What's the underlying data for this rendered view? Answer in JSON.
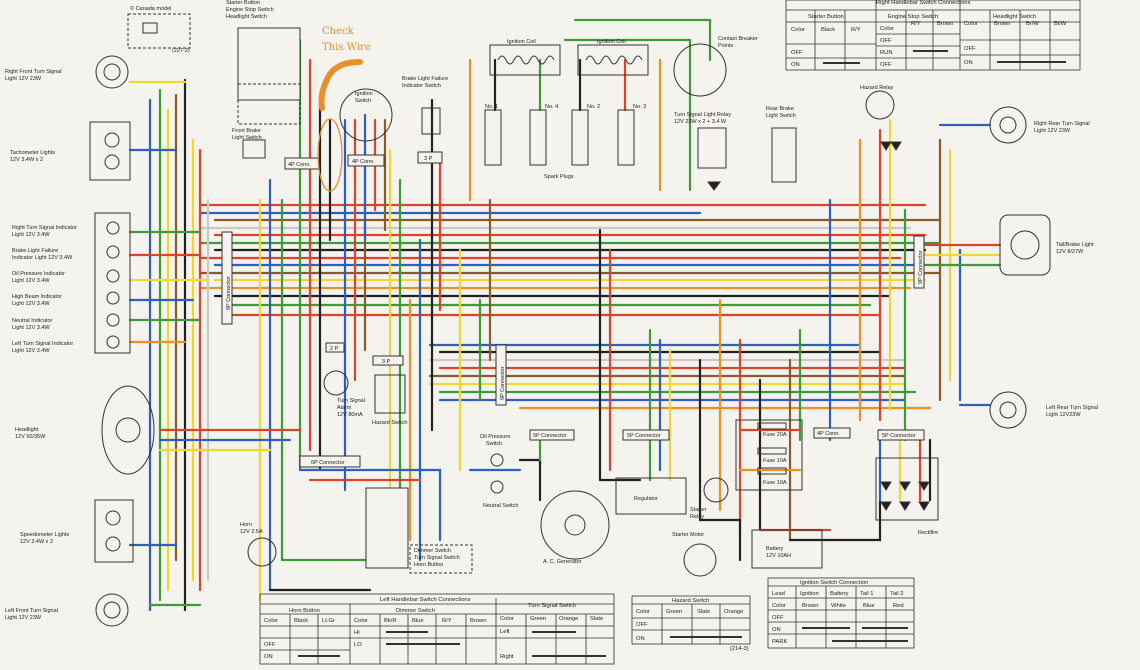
{
  "labels": {
    "canada_model": "© Canada model",
    "canada_code": "(227-2)",
    "right_hb_switch": [
      "Starter Button",
      "Engine Stop Switch",
      "Headlight Switch"
    ],
    "check_wire": [
      "Check",
      "This Wire"
    ],
    "ignition_switch": [
      "Ignition",
      "Switch"
    ],
    "brake_fail_switch": [
      "Brake Light Failure",
      "Indicator Switch"
    ],
    "ignition_coil_1": "Ignition Coil",
    "ignition_coil_2": "Ignition Coil",
    "contact_breaker": [
      "Contact Breaker",
      "Points"
    ],
    "plugs": [
      "No. 1",
      "No. 4",
      "No. 2",
      "No. 3"
    ],
    "spark_plugs": "Spark Plugs",
    "front_brake_switch": [
      "Front Brake",
      "Light Switch"
    ],
    "conn_4p_1": "4P Conn.",
    "conn_4p_2": "4P Conn.",
    "conn_3p_top": "3 P",
    "turn_relay": [
      "Turn Signal Light Relay",
      "12V 23W x 2 + 3.4 W"
    ],
    "rear_brake_switch": [
      "Rear Brake",
      "Light Switch"
    ],
    "hazard_relay": "Hazard Relay",
    "right_front_turn": [
      "Right Front Turn Signal",
      "Light 12V 23W"
    ],
    "tach_lights": [
      "Tachometer Lights",
      "12V 3.4W x 2"
    ],
    "indicators": [
      [
        "Right Turn Signal Indicator",
        "Light 12V 3.4W"
      ],
      [
        "Brake Light Failure",
        "Indicator Light 12V 3.4W"
      ],
      [
        "Oil Pressure Indicator",
        "Light 12V 3.4W"
      ],
      [
        "High Beam Indicator",
        "Light 12V 3.4W"
      ],
      [
        "Neutral Indicator",
        "Light 12V 3.4W"
      ],
      [
        "Left Turn Signal Indicator",
        "Light 12V 3.4W"
      ]
    ],
    "headlight": [
      "Headlight",
      "12V 50/35W"
    ],
    "speedo_lights": [
      "Speedometer Lights",
      "12V 3.4W x 2"
    ],
    "left_front_turn": [
      "Left Front Turn Signal",
      "Light 12V 23W"
    ],
    "right_rear_turn": [
      "Right Rear Turn Signal",
      "Light 12V 23W"
    ],
    "tail_brake": [
      "Tail/Brake Light",
      "12V 8/27W"
    ],
    "left_rear_turn": [
      "Left Rear Turn Signal",
      "Light 12V23W"
    ],
    "conn_9p_left": "9P Connector",
    "conn_9p_mid": "9P Connector",
    "conn_9p_right": "9P Connector",
    "conn_2p": "2 P",
    "conn_3p_mid": "3 P",
    "turn_alarm": [
      "Turn Signal",
      "Alarm",
      "12V 80mA"
    ],
    "hazard_switch": "Hazard Switch",
    "conn_6p": "6P Connector",
    "horn": [
      "Horn",
      "12V 2.5A"
    ],
    "dimmer_box": [
      "Dimmer Switch",
      "Turn Signal Switch",
      "Horn Button"
    ],
    "oil_pressure": [
      "Oil Pressure",
      "Switch"
    ],
    "neutral_switch": "Neutral Switch",
    "conn_5p_1": "5P Connector",
    "conn_5p_2": "5P Connector",
    "conn_5p_3": "5P Connector",
    "conn_4p_3": "4P Conn.",
    "generator": "A. C. Generator",
    "regulator": "Regulator",
    "starter_relay": [
      "Starter",
      "Relay"
    ],
    "starter_motor": "Starter Motor",
    "fuse_20": "Fuse 20A",
    "fuse_10a": "Fuse 10A",
    "fuse_10b": "Fuse 10A",
    "battery": [
      "Battery",
      "12V 10AH"
    ],
    "rectifier": "Rectifire"
  },
  "tables": {
    "right_handlebar": {
      "title": "Right Handlebar Switch Connections",
      "starter": {
        "title": "Starter Button",
        "headers": [
          "Color",
          "Black",
          "R/Y"
        ],
        "rows": [
          "OFF",
          "ON"
        ]
      },
      "engine_stop": {
        "title": "Engine Stop Switch",
        "headers": [
          "Color",
          "R/Y",
          "Brown"
        ],
        "rows": [
          "OFF",
          "RUN",
          "OFF"
        ]
      },
      "headlight": {
        "title": "Headlight Switch",
        "headers": [
          "Color",
          "Brown",
          "Br/W",
          "Bl/W"
        ],
        "rows": [
          "OFF",
          "ON"
        ]
      }
    },
    "left_handlebar": {
      "title": "Left Handlebar Switch Connections",
      "horn": {
        "title": "Horn Button",
        "headers": [
          "Color",
          "Black",
          "Lt.Gr"
        ],
        "rows": [
          "OFF",
          "ON"
        ]
      },
      "dimmer": {
        "title": "Dimmer Switch",
        "headers": [
          "Color",
          "Bk/R",
          "Blue",
          "R/Y",
          "Brown"
        ],
        "rows": [
          "HI",
          "LO"
        ]
      },
      "turn": {
        "title": "Turn Signal Switch",
        "headers": [
          "Color",
          "Green",
          "Orange",
          "Slate"
        ],
        "rows": [
          "Left",
          "",
          "Right"
        ]
      }
    },
    "hazard": {
      "title": "Hazard Switch",
      "headers": [
        "Color",
        "Green",
        "Slate",
        "Orange"
      ],
      "rows": [
        "OFF",
        "ON"
      ],
      "code": "(214-3)"
    },
    "ignition": {
      "title": "Ignition Switch Connection",
      "headers": [
        "Lead",
        "Ignition",
        "Battery",
        "Tail 1",
        "Tail 2"
      ],
      "colors": [
        "Color",
        "Brown",
        "White",
        "Blue",
        "Red"
      ],
      "rows": [
        "OFF",
        "ON",
        "PARK"
      ]
    }
  },
  "colors": {
    "wire_red": "#d9442b",
    "wire_blue": "#2f5fc0",
    "wire_yellow": "#f0d733",
    "wire_green": "#3f9a3a",
    "wire_brown": "#8b5a2b",
    "wire_black": "#222222",
    "wire_orange": "#e8912a",
    "wire_white": "#c9c9c9",
    "annotation": "#e8912a"
  }
}
